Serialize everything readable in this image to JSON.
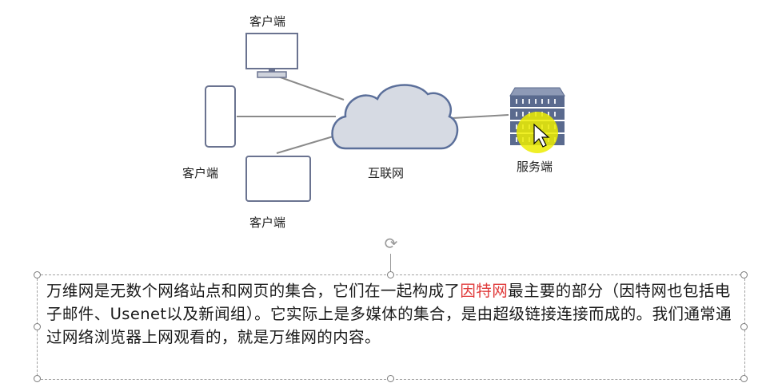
{
  "diagram": {
    "client_top_label": "客户端",
    "client_left_label": "客户端",
    "client_bottom_label": "客户端",
    "internet_label": "互联网",
    "server_label": "服务端"
  },
  "colors": {
    "cloud_fill": "#d6dae3",
    "cloud_stroke": "#5b6f9a",
    "device_stroke": "#6a7390",
    "server_fill": "#5a6a8e",
    "cursor_highlight": "#ecec00",
    "highlight_text": "#e03a3a"
  },
  "icons": [
    "monitor-icon",
    "phone-icon",
    "tablet-icon",
    "cloud-icon",
    "server-icon",
    "cursor-icon",
    "rotate-icon"
  ],
  "paragraph": {
    "part1": "万维网是无数个网络站点和网页的集合，它们在一起构成了",
    "highlight": "因特网",
    "part2": "最主要的部分（因特网也包括电子邮件、Usenet以及新闻组）。它实际上是多媒体的集合，是由超级链接连接而成的。我们通常通过网络浏览器上网观看的，就是万维网的内容。"
  }
}
